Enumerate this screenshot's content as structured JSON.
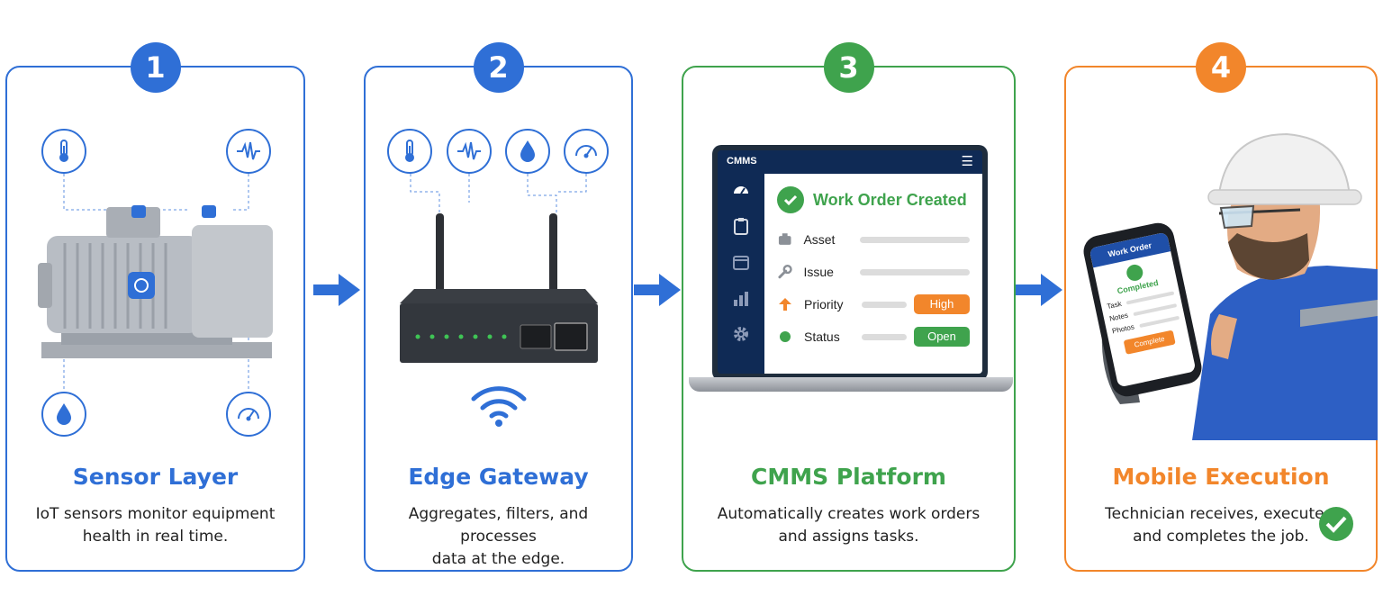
{
  "colors": {
    "blue": "#2f6fd6",
    "green": "#3fa34d",
    "orange": "#f2862b"
  },
  "steps": [
    {
      "number": "1",
      "title": "Sensor Layer",
      "desc": [
        "IoT sensors monitor equipment",
        "health in real time."
      ],
      "icons": [
        "thermometer-icon",
        "vibration-icon",
        "water-drop-icon",
        "pressure-gauge-icon"
      ]
    },
    {
      "number": "2",
      "title": "Edge Gateway",
      "desc": [
        "Aggregates, filters, and processes",
        "data at the edge."
      ],
      "icons": [
        "thermometer-icon",
        "vibration-icon",
        "water-drop-icon",
        "pressure-gauge-icon",
        "wifi-icon"
      ]
    },
    {
      "number": "3",
      "title": "CMMS Platform",
      "desc": [
        "Automatically creates work orders",
        "and assigns tasks."
      ],
      "cmms": {
        "app_name": "CMMS",
        "menu_icon": "hamburger-icon",
        "header": "Work Order Created",
        "fields": [
          {
            "label": "Asset",
            "icon": "asset-icon"
          },
          {
            "label": "Issue",
            "icon": "wrench-icon"
          },
          {
            "label": "Priority",
            "icon": "arrow-up-icon",
            "value": "High"
          },
          {
            "label": "Status",
            "icon": "status-dot-icon",
            "value": "Open"
          }
        ]
      }
    },
    {
      "number": "4",
      "title": "Mobile Execution",
      "desc": [
        "Technician receives, executes,",
        "and completes the job."
      ],
      "phone": {
        "header": "Work Order",
        "status": "Completed",
        "rows": [
          "Task",
          "Notes",
          "Photos"
        ],
        "button": "Complete"
      }
    }
  ]
}
